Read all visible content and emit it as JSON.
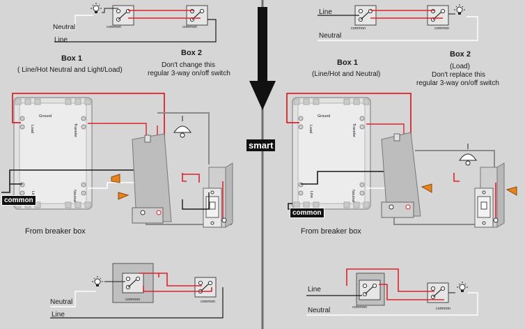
{
  "left_top": {
    "line_label": "Line",
    "neutral_label": "Neutral",
    "common_label": "common"
  },
  "left": {
    "box1_title": "Box 1",
    "box1_sub": "( Line/Hot Neutral  and Light/Load)",
    "box2_title": "Box 2",
    "box2_sub1": "Don't change this",
    "box2_sub2": "regular 3-way on/off switch",
    "ground_label": "Ground",
    "load_label": "Load",
    "traveler_label": "Traveler",
    "line_term_label": "Line",
    "neutral_term_label": "Neutral",
    "common_tag": "common",
    "breaker_label": "From breaker box"
  },
  "left_bottom": {
    "line_label": "Line",
    "neutral_label": "Neutral",
    "common_label": "common"
  },
  "right_top": {
    "line_label": "Line",
    "neutral_label": "Neutral",
    "common_label": "common"
  },
  "right": {
    "box1_title": "Box 1",
    "box1_sub": "(Line/Hot and Neutral)",
    "box2_title": "Box 2",
    "box2_sub1": "(Load)",
    "box2_sub2": "Don't replace this",
    "box2_sub3": "regular 3-way on/off switch",
    "ground_label": "Ground",
    "load_label": "Load",
    "traveler_label": "Traveler",
    "line_term_label": "Line",
    "neutral_term_label": "Neutral",
    "common_tag": "common",
    "breaker_label": "From breaker box"
  },
  "right_bottom": {
    "line_label": "Line",
    "neutral_label": "Neutral",
    "common_label": "common"
  },
  "center": {
    "smart_label": "smart"
  },
  "colors": {
    "red_wire": "#e0202a",
    "black_wire": "#1a1a1a",
    "white_wire": "#f4f4f4",
    "background": "#d6d6d6",
    "wire_nut": "#e8821c"
  },
  "icons": [
    "bulb-icon",
    "switch-icon",
    "down-arrow-icon",
    "wire-nut-icon",
    "smart-switch-icon"
  ]
}
